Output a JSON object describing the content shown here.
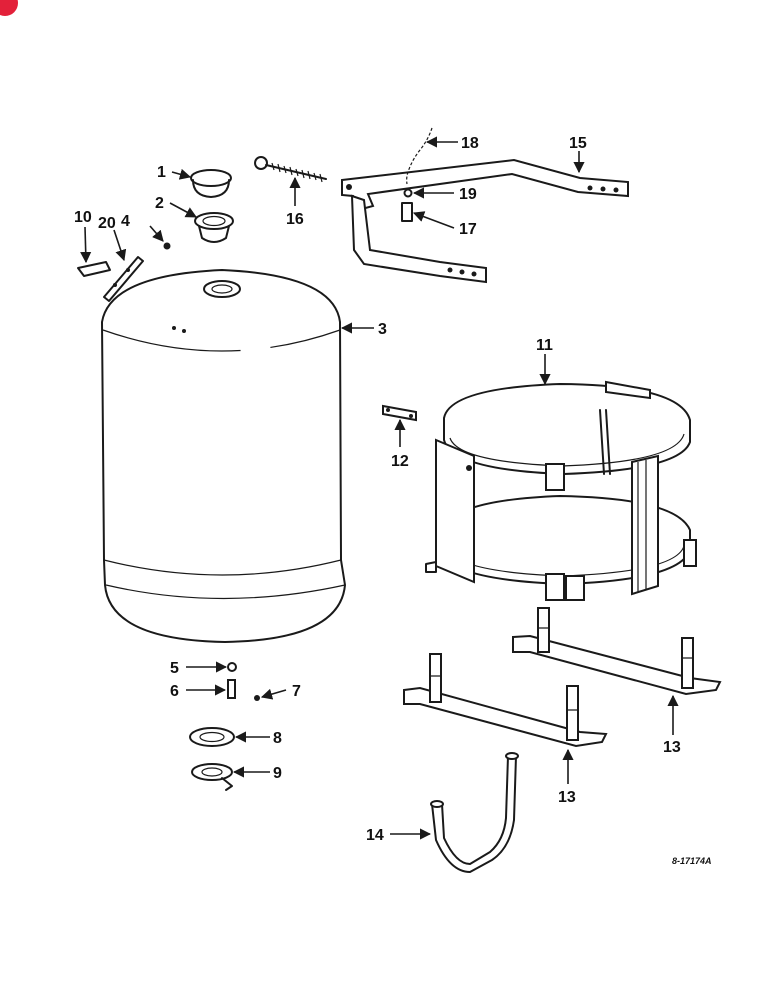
{
  "callouts": [
    {
      "id": "1",
      "label": "1"
    },
    {
      "id": "2",
      "label": "2"
    },
    {
      "id": "3",
      "label": "3"
    },
    {
      "id": "4",
      "label": "4"
    },
    {
      "id": "5",
      "label": "5"
    },
    {
      "id": "6",
      "label": "6"
    },
    {
      "id": "7",
      "label": "7"
    },
    {
      "id": "8",
      "label": "8"
    },
    {
      "id": "9",
      "label": "9"
    },
    {
      "id": "10",
      "label": "10"
    },
    {
      "id": "11",
      "label": "11"
    },
    {
      "id": "12",
      "label": "12"
    },
    {
      "id": "13a",
      "label": "13"
    },
    {
      "id": "13b",
      "label": "13"
    },
    {
      "id": "14",
      "label": "14"
    },
    {
      "id": "15",
      "label": "15"
    },
    {
      "id": "16",
      "label": "16"
    },
    {
      "id": "17",
      "label": "17"
    },
    {
      "id": "18",
      "label": "18"
    },
    {
      "id": "19",
      "label": "19"
    },
    {
      "id": "20",
      "label": "20"
    }
  ],
  "drawing_number": "8-17174A",
  "colors": {
    "ink": "#1a1a1a",
    "badge": "#e3213a",
    "background": "#ffffff"
  }
}
